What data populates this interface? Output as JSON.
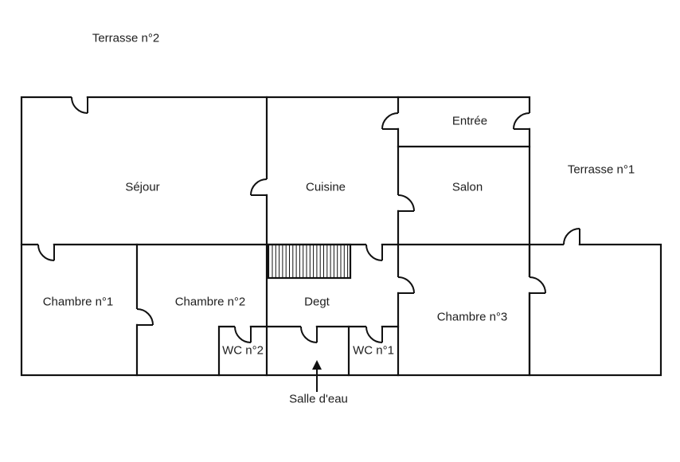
{
  "plan": {
    "rooms": {
      "terrasse2": "Terrasse n°2",
      "sejour": "Séjour",
      "cuisine": "Cuisine",
      "entree": "Entrée",
      "salon": "Salon",
      "terrasse1": "Terrasse n°1",
      "chambre1": "Chambre n°1",
      "chambre2": "Chambre n°2",
      "degt": "Degt",
      "chambre3": "Chambre n°3",
      "wc2": "WC n°2",
      "wc1": "WC n°1",
      "salle_eau": "Salle d'eau"
    },
    "colors": {
      "wall": "#111111",
      "text": "#1e1e1e"
    }
  }
}
